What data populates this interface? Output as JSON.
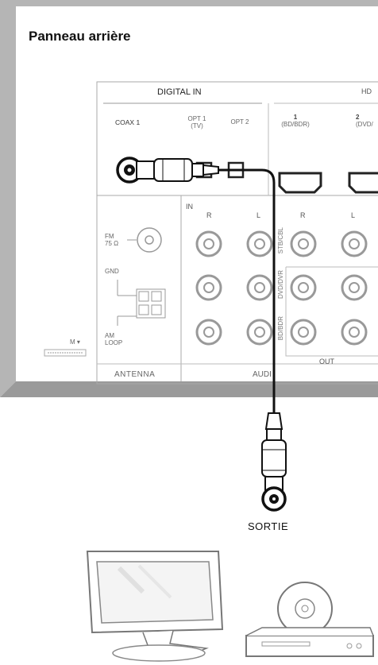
{
  "title": "Panneau arrière",
  "digital_in": {
    "heading": "DIGITAL IN",
    "coax": "COAX 1",
    "opt1_line1": "OPT 1",
    "opt1_line2": "(TV)",
    "opt2": "OPT 2"
  },
  "hdmi": {
    "heading": "HD",
    "in1_num": "1",
    "in1_label": "(BD/BDR)",
    "in2_num": "2",
    "in2_label": "(DVD/"
  },
  "audio": {
    "in_label": "IN",
    "r1": "R",
    "l1": "L",
    "r2": "R",
    "l2": "L",
    "row1": "STB/CBL",
    "row2": "DVD/DVR",
    "row3": "BD/BDR",
    "out_label": "OUT",
    "section_label": "AUDI"
  },
  "antenna": {
    "fm_line1": "FM",
    "fm_line2": "75 Ω",
    "gnd": "GND",
    "am_line1": "AM",
    "am_line2": "LOOP",
    "section_label": "ANTENNA"
  },
  "mic_label": "M",
  "output_label": "SORTIE",
  "colors": {
    "panel_edge": "#b9b9b9",
    "panel_face": "#ffffff",
    "line": "#999999",
    "cable": "#111111"
  }
}
